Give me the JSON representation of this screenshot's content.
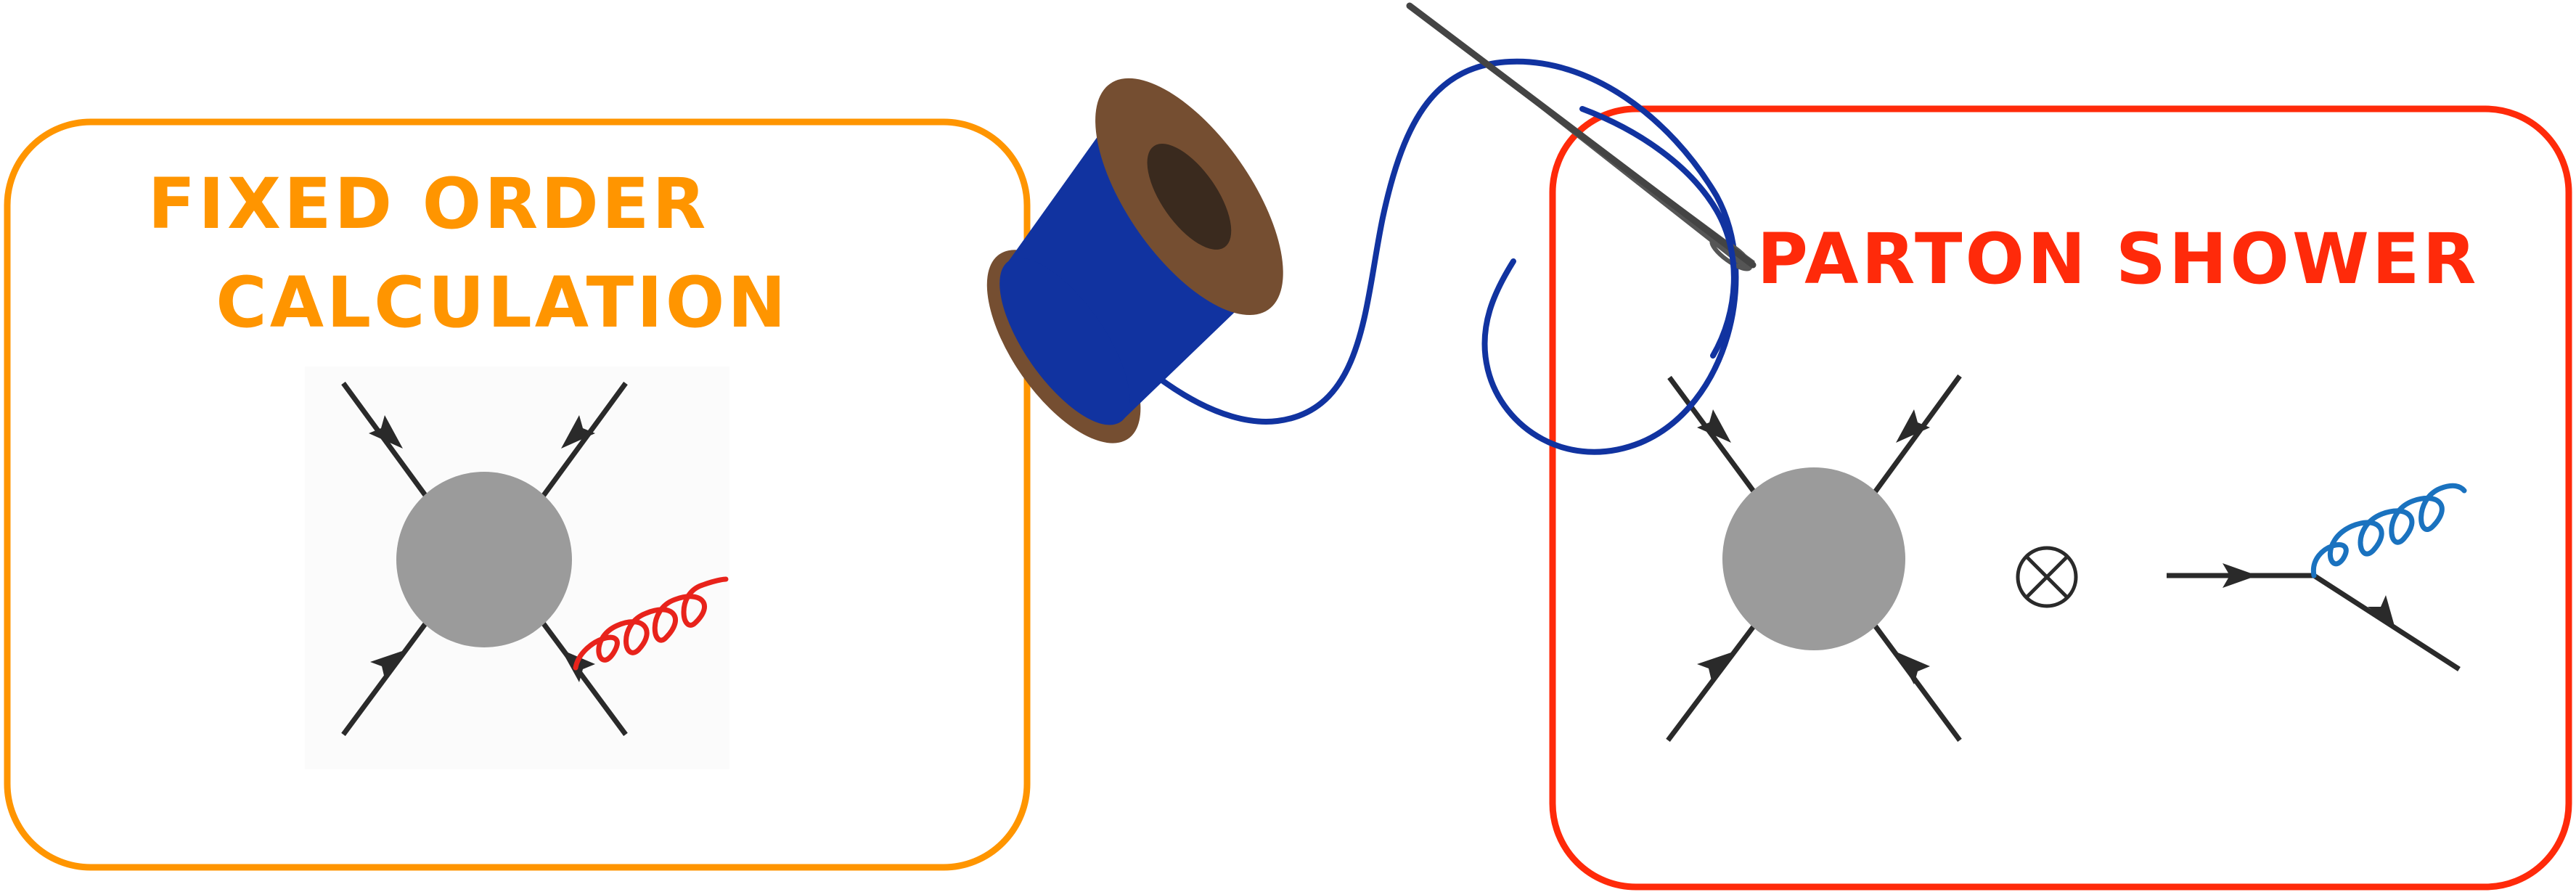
{
  "left_panel": {
    "title_line1": "FIXED ORDER",
    "title_line2": "CALCULATION",
    "color": "#FF9500",
    "gluon_color": "#E8231B"
  },
  "right_panel": {
    "title": "PARTON SHOWER",
    "color": "#FF2A0A",
    "gluon_color": "#1A72BF",
    "convolution_symbol": "circle-times"
  },
  "spool": {
    "thread_color": "#1133A0",
    "flange_color": "#754E31",
    "hole_color": "#3A2A1E"
  },
  "needle": {
    "color": "#555555"
  },
  "blob_color": "#9B9B9B",
  "line_color": "#2A2A2A",
  "icons": [
    "thread-spool-icon",
    "needle-icon",
    "thread-icon",
    "circle-times-icon"
  ]
}
